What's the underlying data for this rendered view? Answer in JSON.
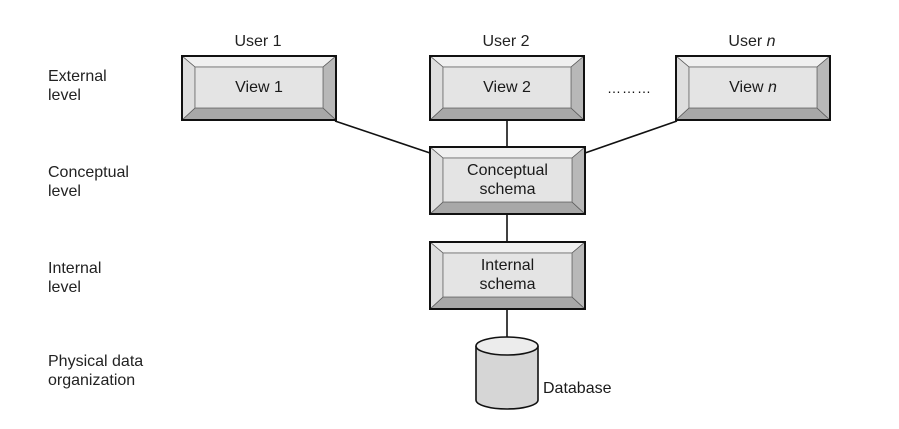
{
  "levels": {
    "external": "External\nlevel",
    "conceptual": "Conceptual\nlevel",
    "internal": "Internal\nlevel",
    "physical": "Physical data\norganization"
  },
  "users": {
    "user1": "User 1",
    "user2": "User 2",
    "usern_prefix": "User ",
    "usern_var": "n"
  },
  "views": {
    "view1": "View 1",
    "view2": "View 2",
    "viewn_prefix": "View ",
    "viewn_var": "n"
  },
  "ellipsis": "………",
  "conceptual_schema": "Conceptual\nschema",
  "internal_schema": "Internal\nschema",
  "database": "Database",
  "colors": {
    "box_face": "#e6e6e6",
    "box_bevel": "#c9c9c9",
    "outline": "#111111",
    "cylinder": "#d8d8d8"
  }
}
